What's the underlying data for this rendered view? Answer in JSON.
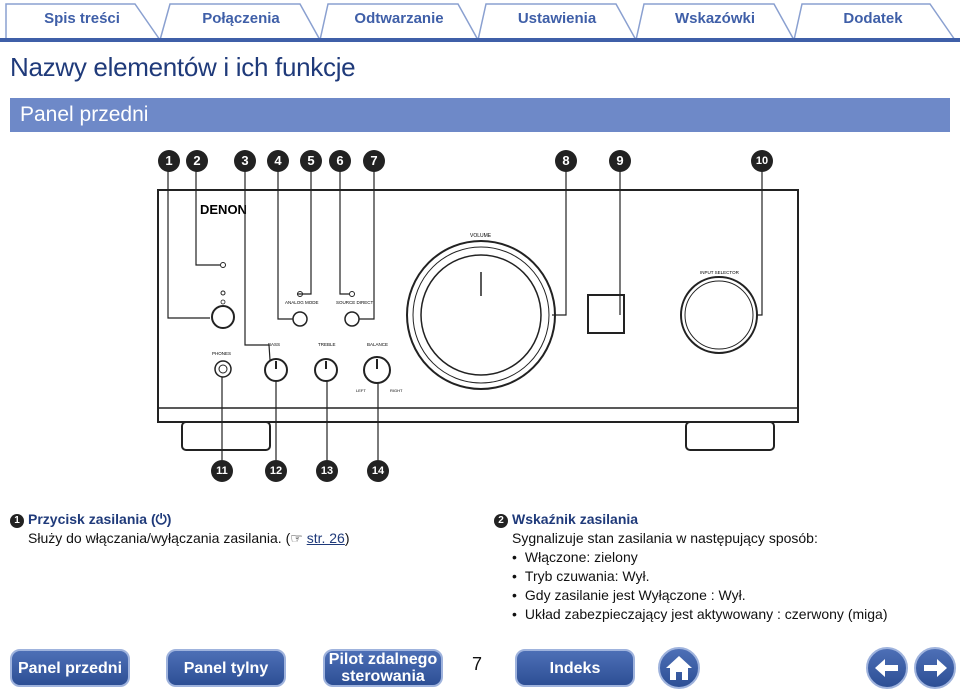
{
  "tabs": [
    "Spis treści",
    "Połączenia",
    "Odtwarzanie",
    "Ustawienia",
    "Wskazówki",
    "Dodatek"
  ],
  "page_title": "Nazwy elementów i ich funkcje",
  "section_title": "Panel przedni",
  "diagram": {
    "brand": "DENON",
    "volume_label": "VOLUME",
    "input_selector_label": "INPUT SELECTOR",
    "analog_mode_label": "ANALOG MODE",
    "source_direct_label": "SOURCE DIRECT",
    "phones_label": "PHONES",
    "bass_label": "BASS",
    "treble_label": "TREBLE",
    "balance_label": "BALANCE",
    "left_label": "LEFT",
    "right_label": "RIGHT",
    "top_callouts": [
      "1",
      "2",
      "3",
      "4",
      "5",
      "6",
      "7",
      "8",
      "9",
      "10"
    ],
    "bottom_callouts": [
      "11",
      "12",
      "13",
      "14"
    ]
  },
  "items": {
    "item1": {
      "number": "1",
      "title": "Przycisk zasilania (⏻)",
      "description": "Służy do włączania/wyłączania zasilania.",
      "ref_open": "(",
      "ref_icon": "☞",
      "ref_text": "str. 26",
      "ref_close": ")"
    },
    "item2": {
      "number": "2",
      "title": "Wskaźnik zasilania",
      "description": "Sygnalizuje stan zasilania w następujący sposób:",
      "bullets": [
        "Włączone: zielony",
        "Tryb czuwania: Wył.",
        "Gdy zasilanie jest Wyłączone : Wył.",
        "Układ zabezpieczający jest aktywowany : czerwony (miga)"
      ]
    }
  },
  "bottom_nav": {
    "panel_przedni": "Panel przedni",
    "panel_tylny": "Panel tylny",
    "pilot_line1": "Pilot zdalnego",
    "pilot_line2": "sterowania",
    "page_number": "7",
    "indeks": "Indeks"
  },
  "colors": {
    "accent": "#6e89c8",
    "title": "#1f3a7a",
    "tab_text": "#3f5fa8"
  }
}
